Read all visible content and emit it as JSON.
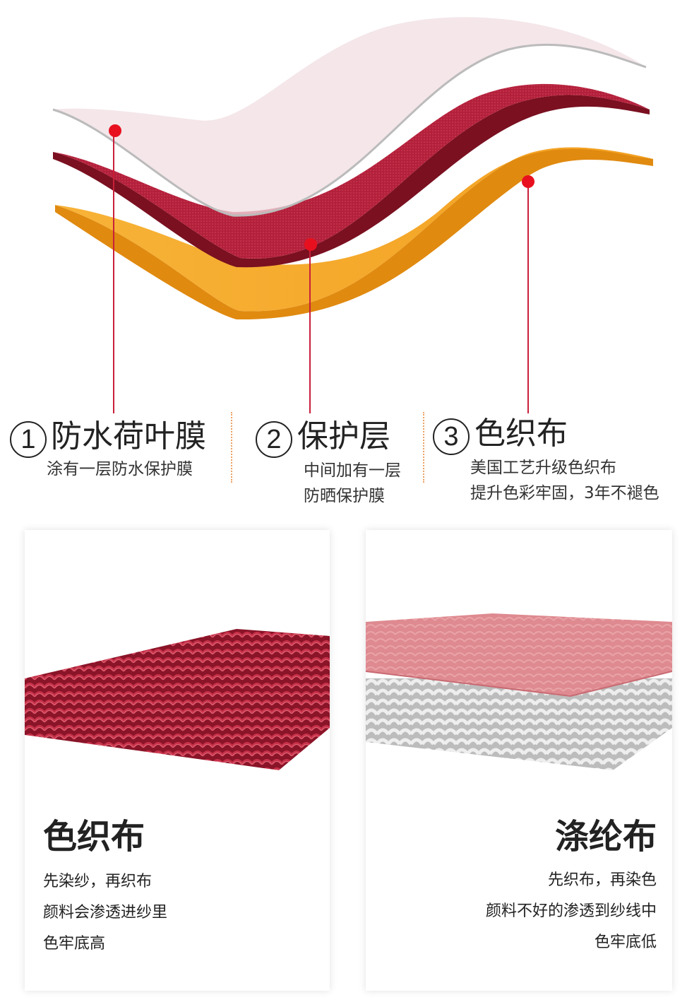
{
  "layers": [
    {
      "number": "1",
      "title": "防水荷叶膜",
      "desc": [
        "涂有一层防水保护膜"
      ]
    },
    {
      "number": "2",
      "title": "保护层",
      "desc": [
        "中间加有一层",
        "防晒保护膜"
      ]
    },
    {
      "number": "3",
      "title": "色织布",
      "desc": [
        "美国工艺升级色织布",
        "提升色彩牢固，3年不褪色"
      ]
    }
  ],
  "cards": [
    {
      "title": "色织布",
      "lines": [
        "先染纱，再织布",
        "颜料会渗透进纱里",
        "色牢底高"
      ]
    },
    {
      "title": "涤纶布",
      "lines": [
        "先织布，再染色",
        "颜料不好的渗透到纱线中",
        "色牢底低"
      ]
    }
  ],
  "colors": {
    "red": "#b0203a",
    "orange": "#f5a830",
    "dot": "#e8101e",
    "film": "#e8e8ea"
  }
}
